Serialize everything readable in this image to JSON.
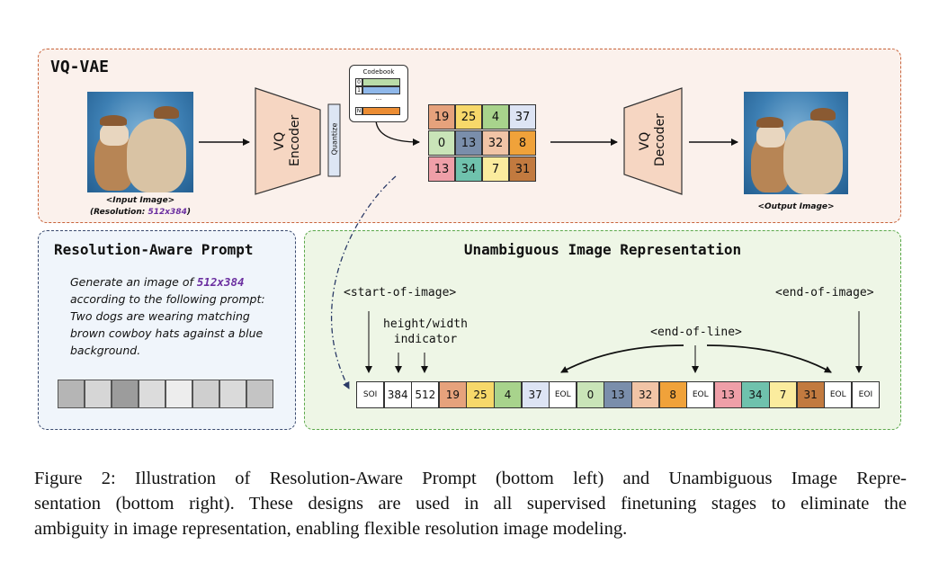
{
  "vqvae": {
    "title": "VQ-VAE",
    "input_caption": "<Input Image>",
    "resolution_prefix": "(Resolution: ",
    "resolution_value": "512x384",
    "resolution_suffix": ")",
    "output_caption": "<Output Image>",
    "encoder_label": "VQ\nEncoder",
    "decoder_label": "VQ\nDecoder",
    "quantize_label": "Quantize",
    "codebook": {
      "title": "Codebook",
      "rows": [
        {
          "index": "0",
          "color": "#b9dca8"
        },
        {
          "index": "1",
          "color": "#8fb8ea"
        },
        {
          "index": "N",
          "color": "#ec8d33"
        }
      ],
      "ellipsis": "..."
    },
    "grid": [
      [
        {
          "v": "19",
          "c": "#e6a27c"
        },
        {
          "v": "25",
          "c": "#f7d86a"
        },
        {
          "v": "4",
          "c": "#a8d38c"
        },
        {
          "v": "37",
          "c": "#dde4f4"
        }
      ],
      [
        {
          "v": "0",
          "c": "#c9e4b8"
        },
        {
          "v": "13",
          "c": "#7a8eab"
        },
        {
          "v": "32",
          "c": "#f1c4a6"
        },
        {
          "v": "8",
          "c": "#f0a23a"
        }
      ],
      [
        {
          "v": "13",
          "c": "#ef9fa8"
        },
        {
          "v": "34",
          "c": "#6fc2ad"
        },
        {
          "v": "7",
          "c": "#fbec9e"
        },
        {
          "v": "31",
          "c": "#c27a3f"
        }
      ]
    ]
  },
  "prompt": {
    "title": "Resolution-Aware Prompt",
    "line1_prefix": "Generate an image of ",
    "line1_resolution": "512x384",
    "line2": "according to the following prompt:",
    "line3": "Two dogs are wearing matching",
    "line4": "brown cowboy hats against a blue",
    "line5": "background.",
    "embedding_shades": [
      "#b5b5b5",
      "#d6d6d6",
      "#9c9c9c",
      "#dcdcdc",
      "#ededed",
      "#cfcfcf",
      "#dadada",
      "#c4c4c4"
    ]
  },
  "representation": {
    "title": "Unambiguous Image Representation",
    "start_label": "<start-of-image>",
    "end_label": "<end-of-image>",
    "hw_label_1": "height/width",
    "hw_label_2": "indicator",
    "eol_label": "<end-of-line>",
    "tokens": [
      {
        "t": "SOI",
        "c": "#ffffff",
        "small": true
      },
      {
        "t": "384",
        "c": "#ffffff"
      },
      {
        "t": "512",
        "c": "#ffffff"
      },
      {
        "t": "19",
        "c": "#e6a27c"
      },
      {
        "t": "25",
        "c": "#f7d86a"
      },
      {
        "t": "4",
        "c": "#a8d38c"
      },
      {
        "t": "37",
        "c": "#dde4f4"
      },
      {
        "t": "EOL",
        "c": "#ffffff",
        "small": true
      },
      {
        "t": "0",
        "c": "#c9e4b8"
      },
      {
        "t": "13",
        "c": "#7a8eab"
      },
      {
        "t": "32",
        "c": "#f1c4a6"
      },
      {
        "t": "8",
        "c": "#f0a23a"
      },
      {
        "t": "EOL",
        "c": "#ffffff",
        "small": true
      },
      {
        "t": "13",
        "c": "#ef9fa8"
      },
      {
        "t": "34",
        "c": "#6fc2ad"
      },
      {
        "t": "7",
        "c": "#fbec9e"
      },
      {
        "t": "31",
        "c": "#c27a3f"
      },
      {
        "t": "EOL",
        "c": "#ffffff",
        "small": true
      },
      {
        "t": "EOI",
        "c": "#ffffff",
        "small": true
      }
    ]
  },
  "caption": {
    "line1": "Figure 2: Illustration of Resolution-Aware Prompt (bottom left) and Unambiguous Image Repre-",
    "line2": "sentation (bottom right). These designs are used in all supervised finetuning stages to eliminate the",
    "line3": "ambiguity in image representation, enabling flexible resolution image modeling."
  },
  "colors": {
    "vqvae_border": "#c8643c",
    "prompt_border": "#3a4a6e",
    "repr_border": "#5aa84a",
    "resolution_accent": "#6b2fa0"
  }
}
